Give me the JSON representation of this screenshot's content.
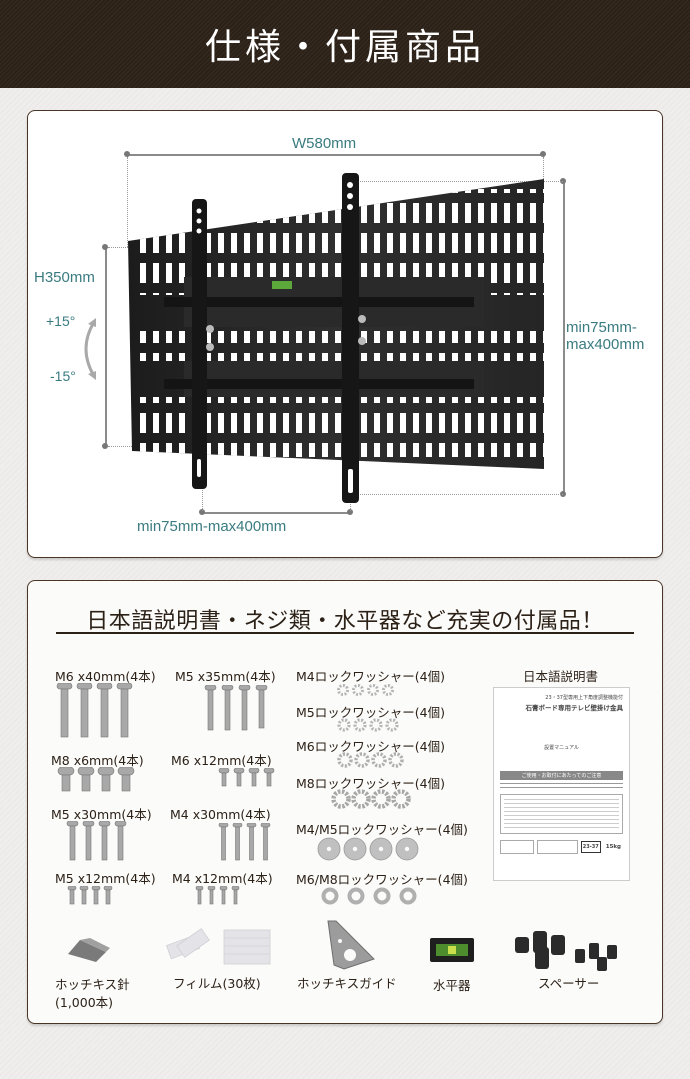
{
  "header": {
    "title": "仕様・付属商品"
  },
  "spec": {
    "width_label": "W580mm",
    "height_label": "H350mm",
    "tilt_up": "+15°",
    "tilt_down": "-15°",
    "vertical_vesa": [
      "min75mm-",
      "max400mm"
    ],
    "horizontal_vesa": "min75mm-max400mm"
  },
  "accessories": {
    "title": "日本語説明書・ネジ類・水平器など充実の付属品！",
    "screws": [
      {
        "label": "M6 x40mm(4本)"
      },
      {
        "label": "M5 x35mm(4本)"
      },
      {
        "label": "M8 x6mm(4本)"
      },
      {
        "label": "M6 x12mm(4本)"
      },
      {
        "label": "M5 x30mm(4本)"
      },
      {
        "label": "M4 x30mm(4本)"
      },
      {
        "label": "M5 x12mm(4本)"
      },
      {
        "label": "M4 x12mm(4本)"
      }
    ],
    "washers": [
      {
        "label": "M4ロックワッシャー(4個)"
      },
      {
        "label": "M5ロックワッシャー(4個)"
      },
      {
        "label": "M6ロックワッシャー(4個)"
      },
      {
        "label": "M8ロックワッシャー(4個)"
      },
      {
        "label": "M4/M5ロックワッシャー(4個)"
      },
      {
        "label": "M6/M8ロックワッシャー(4個)"
      }
    ],
    "manual": {
      "label": "日本語説明書",
      "doc_line1": "23・37型専用上下角度調整機能付",
      "doc_title": "石膏ボード専用テレビ壁掛け金具",
      "doc_section": "設置マニュアル",
      "doc_notice": "ご使用・お取付にあたってのご注意",
      "doc_size": "23-37",
      "doc_weight": "15kg"
    },
    "bottom_items": [
      {
        "label": "ホッチキス針",
        "sub": "(1,000本)"
      },
      {
        "label": "フィルム(30枚)"
      },
      {
        "label": "ホッチキスガイド"
      },
      {
        "label": "水平器"
      },
      {
        "label": "スペーサー"
      }
    ]
  },
  "colors": {
    "header_bg": "#2c2117",
    "dimension_text": "#3a7b80",
    "panel_border": "#4a3526"
  }
}
